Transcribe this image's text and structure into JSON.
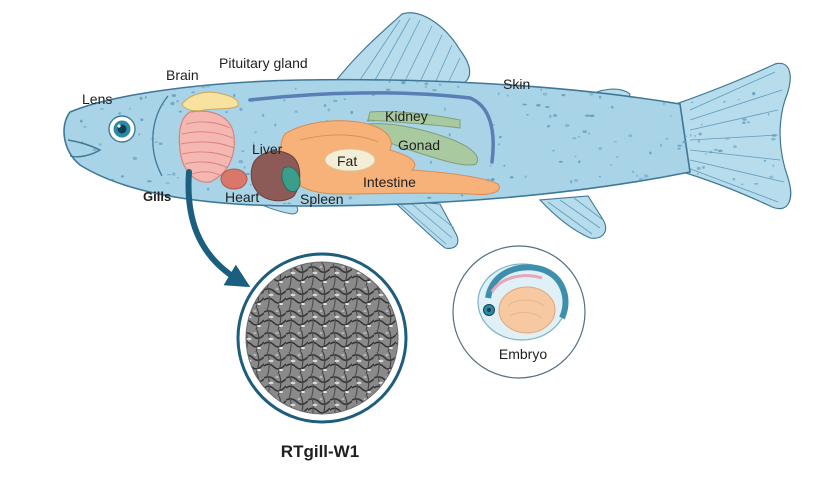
{
  "labels": {
    "lens": "Lens",
    "brain": "Brain",
    "pituitary": "Pituitary gland",
    "skin": "Skin",
    "kidney": "Kidney",
    "gonad": "Gonad",
    "liver": "Liver",
    "fat": "Fat",
    "intestine": "Intestine",
    "heart": "Heart",
    "spleen": "Spleen",
    "gills": "Gills",
    "embryo": "Embryo",
    "cell_line": "RTgill-W1"
  },
  "colors": {
    "body": "#a9d3e6",
    "body_outline": "#3f7897",
    "fin": "#b7dcec",
    "spots": "#5f9cbc",
    "gills": "#f4b7b2",
    "brain": "#f8e2a0",
    "orange_organs": "#f7b27a",
    "kidney_gonad": "#a9c9a0",
    "liver": "#8c5a57",
    "heart": "#d9786a",
    "spleen": "#3c9e8a",
    "fat": "#f5eed6",
    "arrow": "#1b5f80",
    "circle_outline": "#1d5d7d",
    "vessel": "#5a7fb5"
  }
}
